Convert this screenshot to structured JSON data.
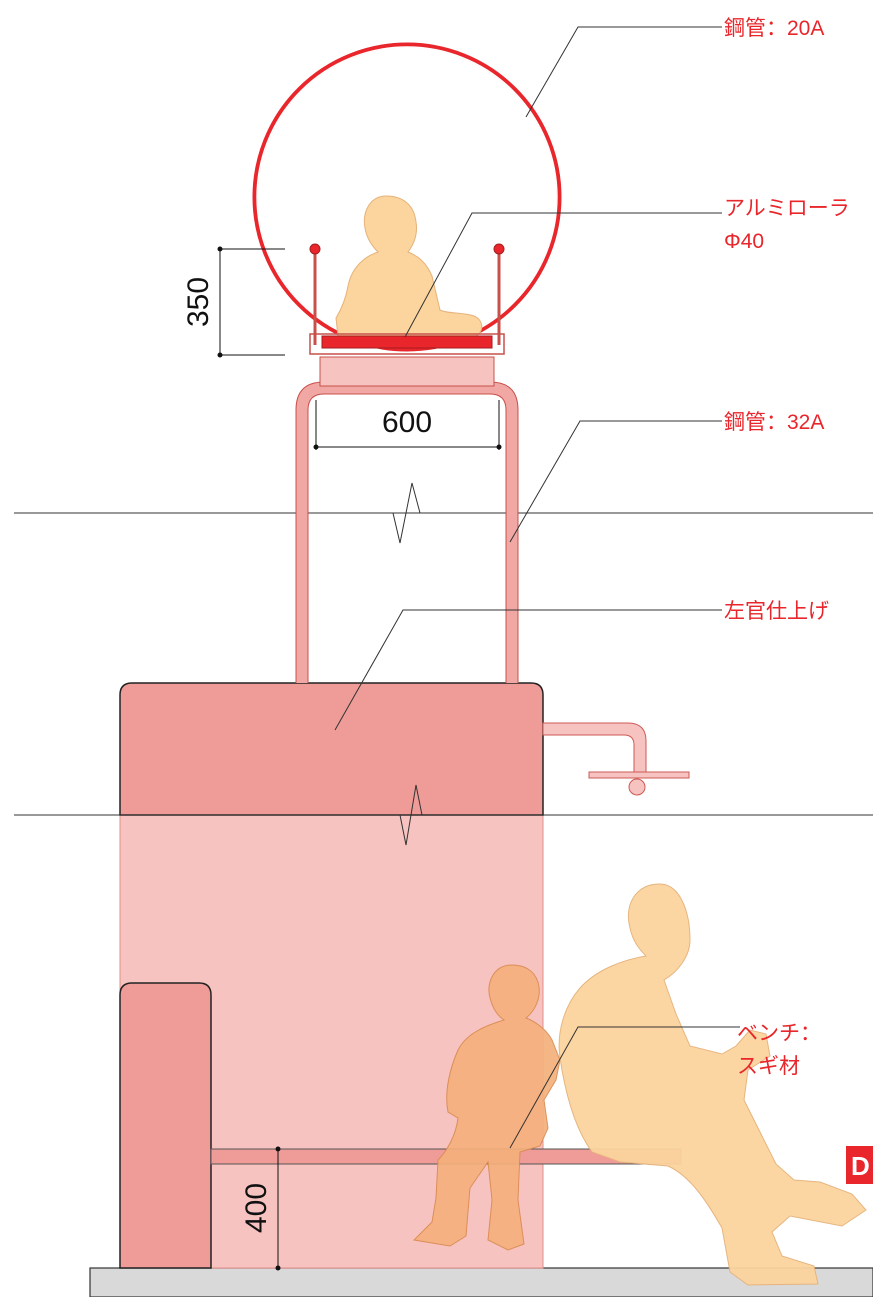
{
  "labels": {
    "steel_pipe_top": "鋼管：20A",
    "aluminum_roller_line1": "アルミローラ",
    "aluminum_roller_line2": "Φ40",
    "steel_pipe_mid": "鋼管：32A",
    "plaster_finish": "左官仕上げ",
    "bench_line1": "ベンチ：",
    "bench_line2": "スギ材",
    "edge_badge": "D"
  },
  "dimensions": {
    "height_label": "350",
    "width_label": "600",
    "bench_height_label": "400"
  },
  "colors": {
    "accent_red": "#e8262b",
    "dark_pink": "#ef9c98",
    "light_pink": "#f7c3c0",
    "person": "#fbd49e",
    "child_overlap": "#f5b07c",
    "ground": "#d9d9d9"
  }
}
